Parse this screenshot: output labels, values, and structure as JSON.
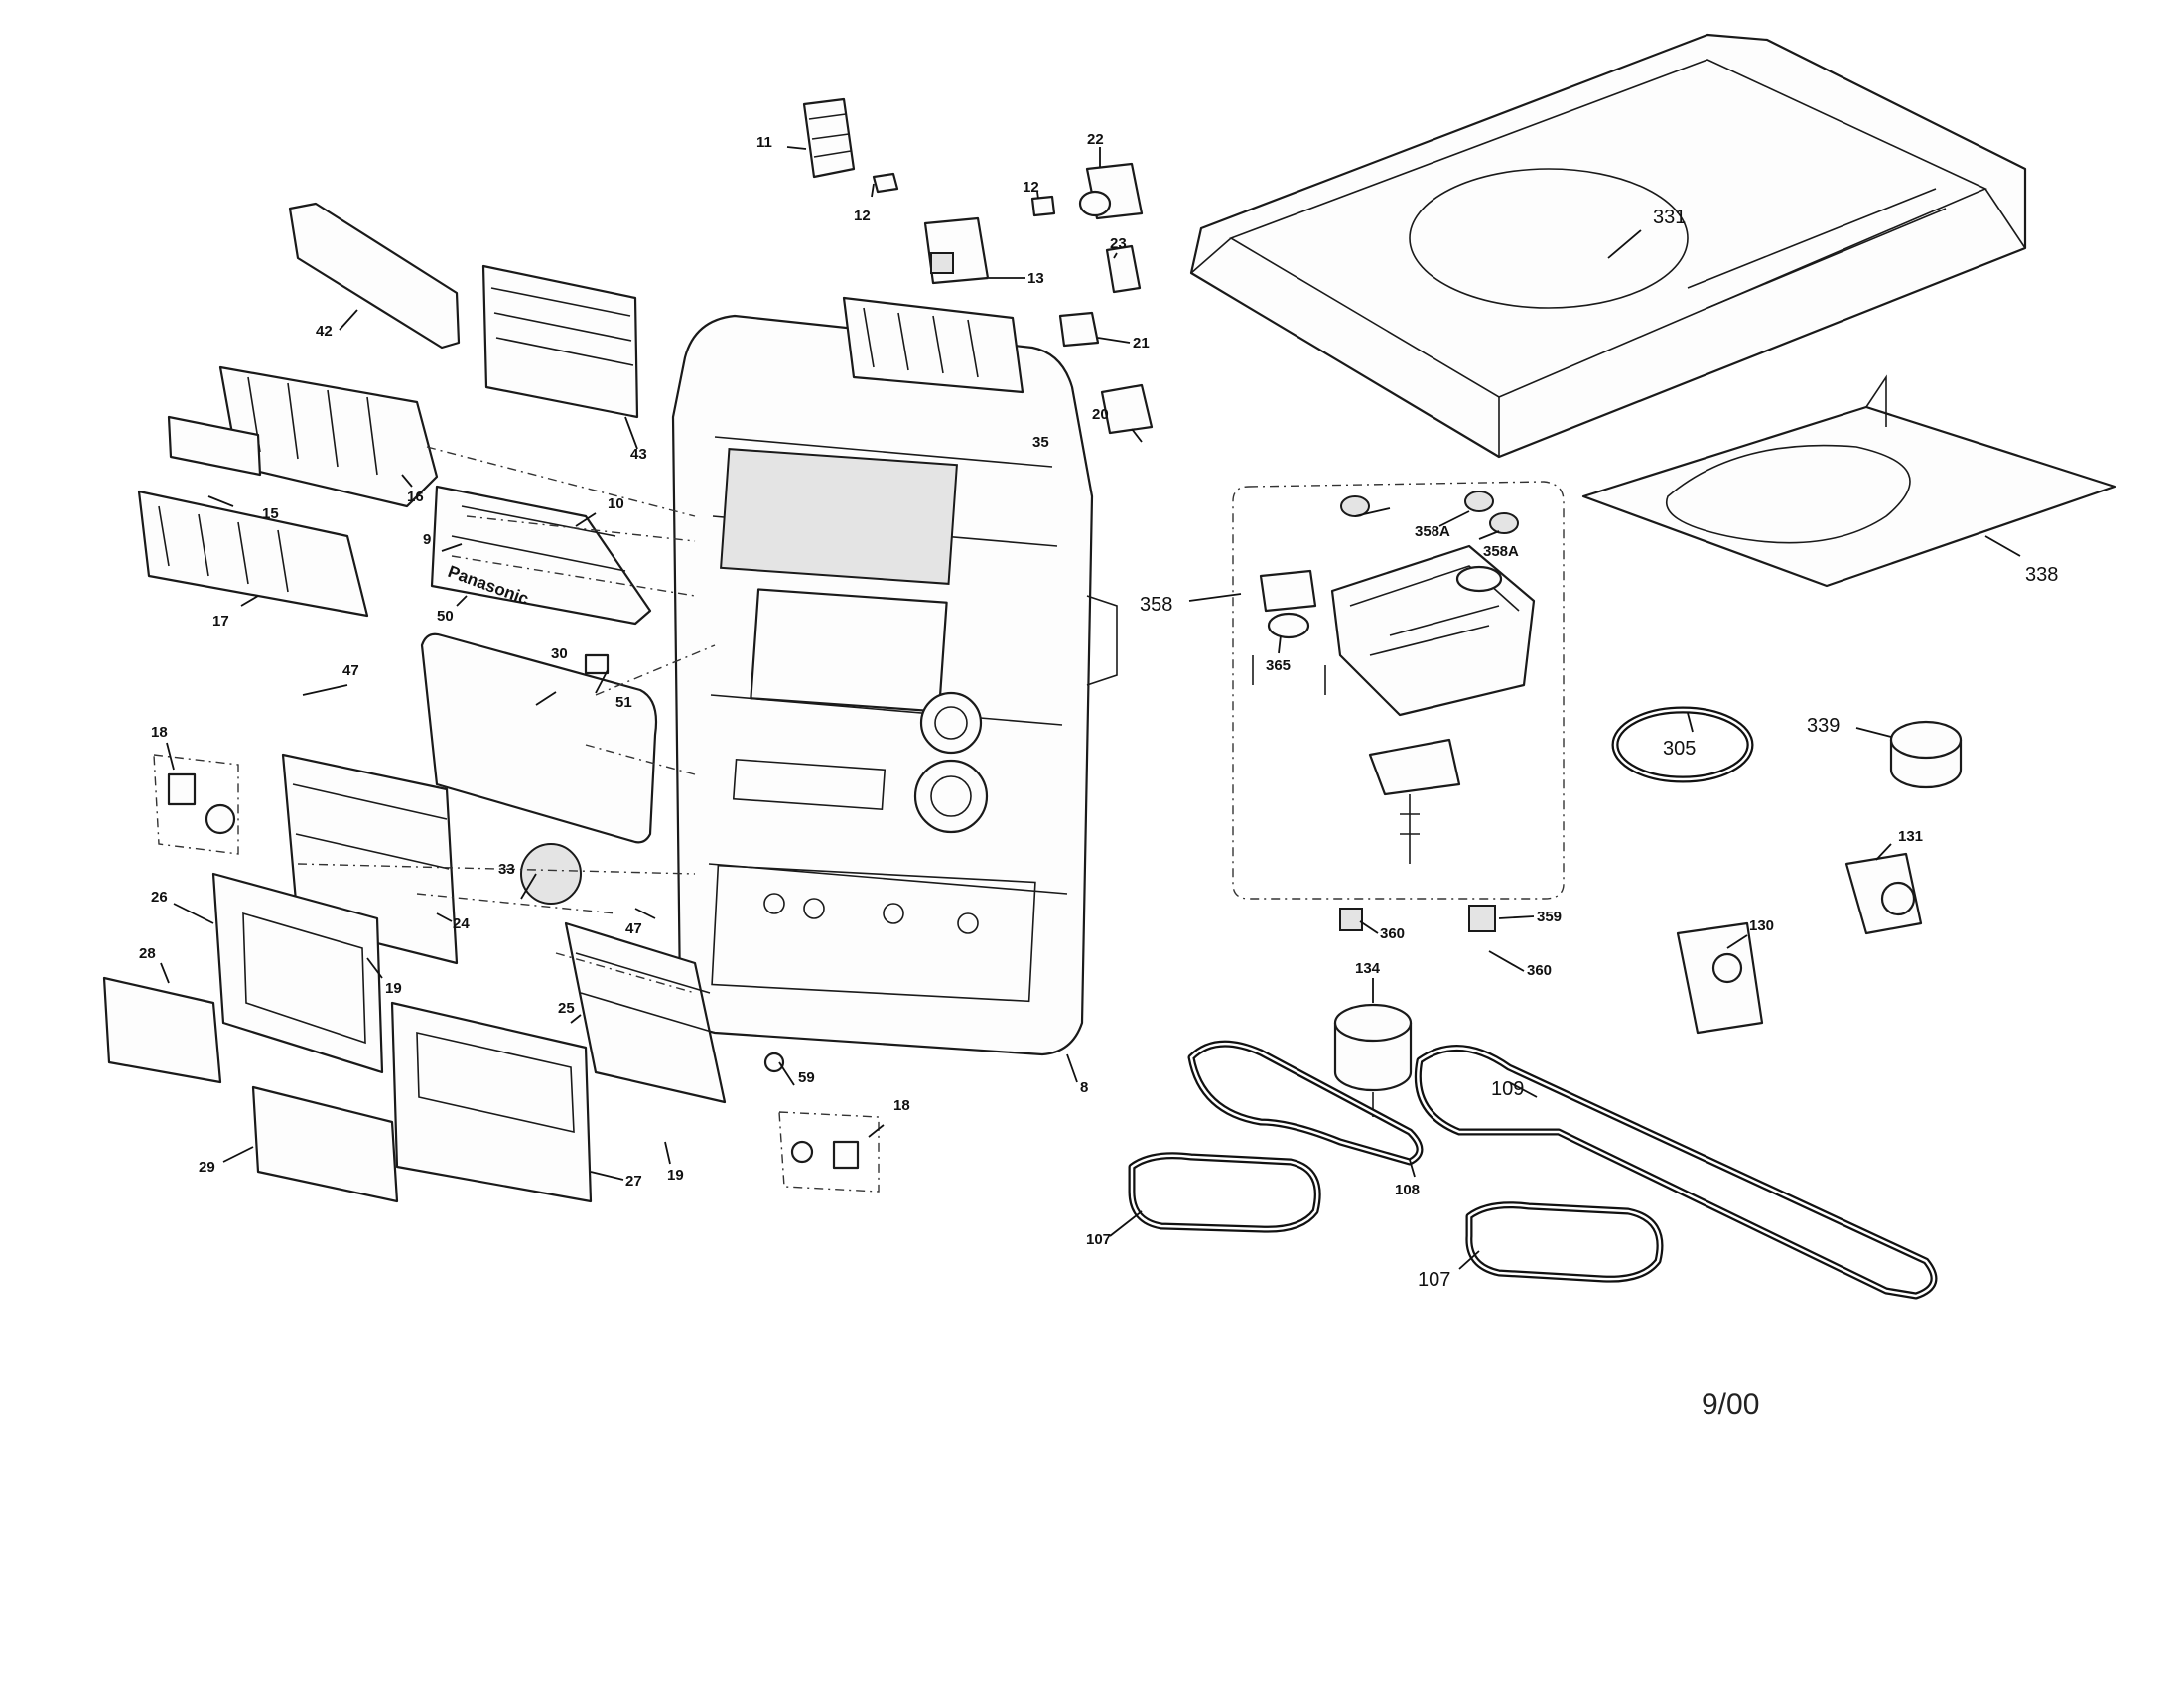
{
  "brand_text": "Panasonic",
  "date_code": "9/00",
  "callouts": {
    "c11": "11",
    "c12a": "12",
    "c12b": "12",
    "c22": "22",
    "c13": "13",
    "c23": "23",
    "c21": "21",
    "c20": "20",
    "c35": "35",
    "c331": "331",
    "c42": "42",
    "c43": "43",
    "c15": "15",
    "c16": "16",
    "c10": "10",
    "c9": "9",
    "c17": "17",
    "c50": "50",
    "c30": "30",
    "c51": "51",
    "c47a": "47",
    "c47b": "47",
    "c18a": "18",
    "c18b": "18",
    "c24": "24",
    "c33": "33",
    "c26": "26",
    "c19a": "19",
    "c19b": "19",
    "c28": "28",
    "c25": "25",
    "c59": "59",
    "c29": "29",
    "c27": "27",
    "c8": "8",
    "c358": "358",
    "c358a1": "358A",
    "c358a2": "358A",
    "c365": "365",
    "c338": "338",
    "c305": "305",
    "c339": "339",
    "c131": "131",
    "c130": "130",
    "c359": "359",
    "c360a": "360",
    "c360b": "360",
    "c134": "134",
    "c109": "109",
    "c108": "108",
    "c107a": "107",
    "c107b": "107"
  }
}
